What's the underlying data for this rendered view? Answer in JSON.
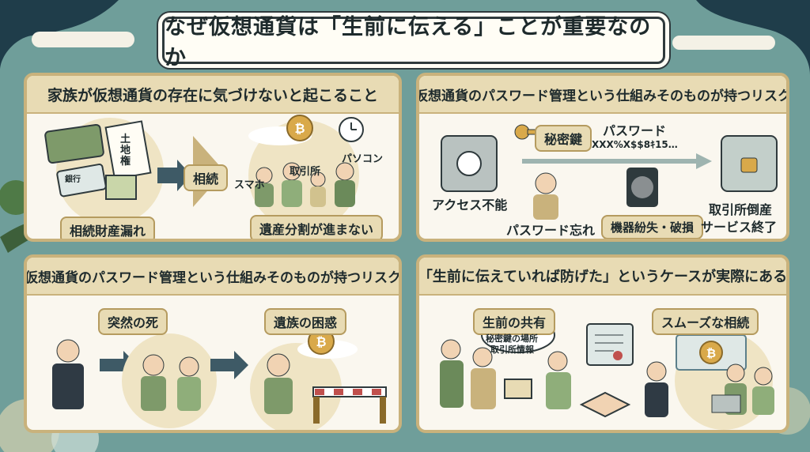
{
  "title": "なぜ仮想通貨は「生前に伝える」ことが重要なのか",
  "panel1": {
    "header": "家族が仮想通貨の存在に気づけないと起こること",
    "doc_label": "土地\n権",
    "bank_label": "銀行",
    "step_label": "相続",
    "left_label": "相続財産漏れ",
    "smartphone_label": "スマホ",
    "exchange_label": "取引所",
    "pc_label": "パソコン",
    "right_label": "遺産分割が進まない"
  },
  "panel2": {
    "header": "仮想通貨のパスワード管理という仕組みそのものが持つリスク",
    "key_label": "秘密鍵",
    "password_label": "パスワード",
    "password_value": "XXX%X$$8ｷ15…",
    "access_label": "アクセス不能",
    "forgot_label": "パスワード忘れ",
    "device_label": "機器紛失・破損",
    "exchange_label_1": "取引所倒産",
    "exchange_label_2": "サービス終了"
  },
  "panel3": {
    "header": "仮想通貨のパスワード管理という仕組みそのものが持つリスク",
    "death_label": "突然の死",
    "family_label": "遺族の困惑"
  },
  "panel4": {
    "header": "「生前に伝えていれば防げた」というケースが実際にある",
    "share_label": "生前の共有",
    "bubble_line1": "秘密鍵の場所",
    "bubble_line2": "取引所情報",
    "smooth_label": "スムーズな相続"
  },
  "colors": {
    "background": "#6f9e9a",
    "panel_border": "#c9b27c",
    "header_fill": "#e8dbb4",
    "accent_green": "#7e9a6a",
    "bitcoin_gold": "#d9a94a"
  }
}
